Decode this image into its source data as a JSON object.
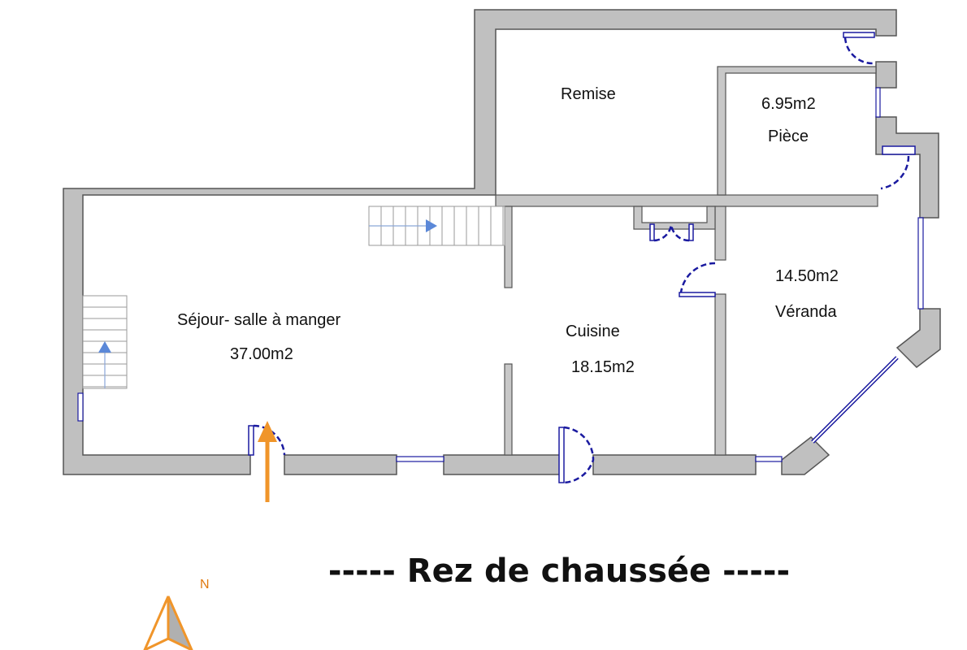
{
  "floor_title": "----- Rez de chaussée -----",
  "rooms": [
    {
      "name": "Remise",
      "area": ""
    },
    {
      "name": "Pièce",
      "area": "6.95m2"
    },
    {
      "name": "Séjour- salle à manger",
      "area": "37.00m2"
    },
    {
      "name": "Cuisine",
      "area": "18.15m2"
    },
    {
      "name": "Véranda",
      "area": "14.50m2"
    }
  ],
  "compass": {
    "label": "N"
  },
  "colors": {
    "wall": "#c0c0c0",
    "door": "#1a1aa0",
    "entrance_arrow": "#f0952a",
    "stair_arrow": "#5b88d8"
  }
}
